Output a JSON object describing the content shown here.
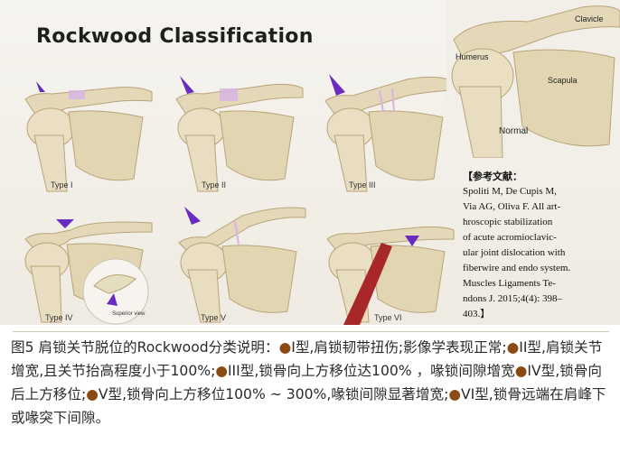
{
  "figure": {
    "title": "Rockwood Classification",
    "types": [
      {
        "label": "Type I"
      },
      {
        "label": "Type II"
      },
      {
        "label": "Type III"
      },
      {
        "label": "Type IV",
        "inset_label": "Superior view"
      },
      {
        "label": "Type V"
      },
      {
        "label": "Type VI"
      }
    ],
    "normal": {
      "label": "Normal",
      "clavicle": "Clavicle",
      "humerus": "Humerus",
      "scapula": "Scapula"
    },
    "colors": {
      "arrow": "#6a2bc0",
      "bone": "#e6dcbf",
      "ligament": "#c9a7d9",
      "muscle": "#a8282a"
    },
    "reference": {
      "heading": "【参考文献：",
      "lines": [
        "Spoliti M, De Cupis M,",
        "Via AG, Oliva F. All art-",
        "hroscopic stabilization",
        "of acute acromioclavic-",
        "ular joint dislocation with",
        "fiberwire and endo system.",
        "Muscles Ligaments Te-",
        "ndons J. 2015;4(4): 398–",
        "403.】"
      ]
    }
  },
  "caption": {
    "prefix": "图5  肩锁关节脱位的Rockwood分类说明：",
    "bullet": "●",
    "items": [
      "I型,肩锁韧带扭伤;影像学表现正常;",
      "II型,肩锁关节增宽,且关节抬高程度小于100%;",
      "III型,锁骨向上方移位达100% ，喙锁间隙增宽",
      "IV型,锁骨向后上方移位;",
      "V型,锁骨向上方移位100% ~ 300%,喙锁间隙显著增宽;",
      "VI型,锁骨远端在肩峰下或喙突下间隙。"
    ]
  }
}
